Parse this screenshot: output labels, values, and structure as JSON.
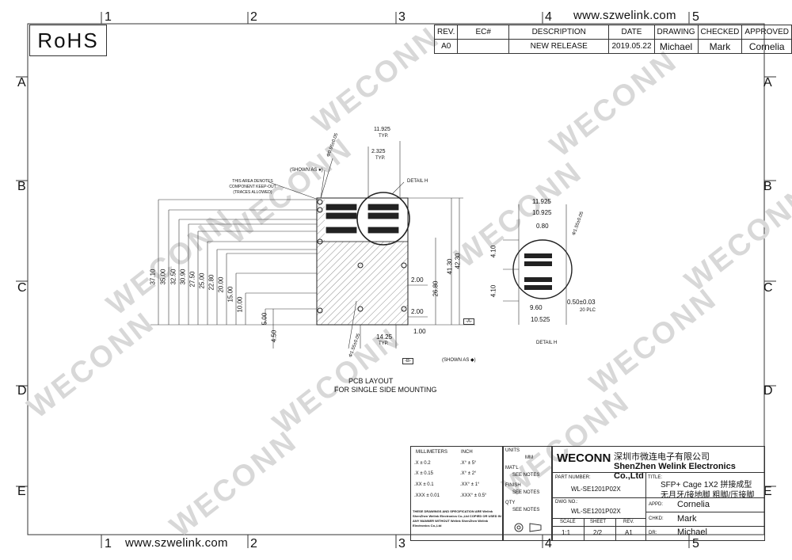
{
  "header": {
    "url": "www.szwelink.com",
    "rohs": "RoHS"
  },
  "zones": {
    "columns": [
      "1",
      "2",
      "3",
      "4",
      "5"
    ],
    "rows": [
      "A",
      "B",
      "C",
      "D",
      "E"
    ]
  },
  "revision_table": {
    "headers": [
      "REV.",
      "EC#",
      "DESCRIPTION",
      "DATE",
      "DRAWING",
      "CHECKED",
      "APPROVED"
    ],
    "row": [
      "A0",
      "",
      "NEW RELEASE",
      "2019.05.22",
      "Michael",
      "Mark",
      "Cornelia"
    ]
  },
  "watermark": "WECONN",
  "pcb_layout": {
    "title_line1": "PCB LAYOUT",
    "title_line2": "FOR SINGLE SIDE MOUNTING",
    "keepout_note": "THIS AREA DENOTES COMPONENT KEEP-OUT (TRACES ALLOWED)",
    "shown_as_1": "(SHOWN AS ●)",
    "shown_as_2": "(SHOWN AS ◆)",
    "detail_label": "DETAIL H",
    "hole_dia_1": "Φ0.95±0.05",
    "hole_dia_2": "Φ1.55±0.05",
    "dims_top": [
      "11.925",
      "TYP.",
      "2.325",
      "TYP."
    ],
    "dims_left": [
      "37.10",
      "35.00",
      "32.50",
      "30.90",
      "27.50",
      "25.00",
      "22.80",
      "20.00",
      "15.00",
      "10.00",
      "5.00",
      "4.50"
    ],
    "dims_right": [
      "2.00",
      "2.00",
      "26.80",
      "41.30",
      "42.30",
      "1.00"
    ],
    "dim_bottom": [
      "14.25",
      "TYP."
    ],
    "datum_a": "-A-",
    "datum_b": "-B-"
  },
  "detail_h": {
    "label": "DETAIL H",
    "dims": [
      "11.925",
      "10.925",
      "0.80",
      "4.10",
      "4.10",
      "9.60",
      "10.525",
      "0.50±0.03",
      "20 PLC",
      "Φ1.55±0.05"
    ]
  },
  "tolerance_table": {
    "mm_header": "MILLIMETERS",
    "inch_header": "INCH",
    "mm_rows": [
      ".X  ±  0.2",
      ".X  ±  0.15",
      ".XX  ±  0.1",
      ".XXX  ±  0.01"
    ],
    "inch_rows": [
      ".X°  ±  5°",
      ".X°  ±  2°",
      ".XX°  ±  1°",
      ".XXX°  ±  0.5°"
    ],
    "note": "THESE DRAWINGS AND SPECIFICATION ARE Welink ShenZhen Welink Electronics Co.,Ltd COPIED OR USED IN ANY MANNER WITHOUT Welink ShenZhen Welink Electronics Co.,Ltd"
  },
  "title_block": {
    "units_label": "UNITS",
    "units_value": "MM",
    "matl_label": "MAT'L",
    "matl_value": "SEE NOTES",
    "finish_label": "FINISH",
    "finish_value": "SEE NOTES",
    "qty_label": "QTY",
    "qty_value": "SEE NOTES",
    "company_brand": "WECONN",
    "company_cn": "深圳市微连电子有限公司",
    "company_en": "ShenZhen Welink Electronics Co.,Ltd",
    "part_number_label": "PART NUMBER:",
    "part_number": "WL-SE1201P02X",
    "title_label": "TITLE:",
    "title_line1": "SFP+ Cage 1X2 拼接成型",
    "title_line2": "无月牙/接地脚 粗脚/压接脚",
    "dwg_no_label": "DWG NO.:",
    "dwg_no": "WL-SE1201P02X",
    "appd_label": "APPD:",
    "appd": "Cornelia",
    "chkd_label": "CHKD:",
    "chkd": "Mark",
    "dr_label": "DR:",
    "dr": "Michael",
    "scale_label": "SCALE",
    "scale": "1:1",
    "sheet_label": "SHEET",
    "sheet": "2/2",
    "rev_label": "REV.",
    "rev": "A1"
  }
}
